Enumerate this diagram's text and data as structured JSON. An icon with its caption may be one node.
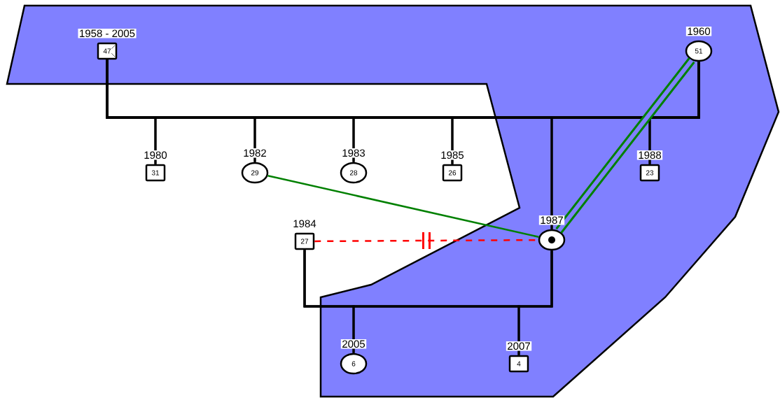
{
  "diagram": {
    "nodes": [
      {
        "text": [
          "47"
        ],
        "beside": [
          "1958 - 2005"
        ]
      },
      {
        "text": [
          "51"
        ],
        "beside": [
          "1960"
        ]
      },
      {
        "text": [
          "31"
        ],
        "beside": [
          "1980"
        ]
      },
      {
        "text": [
          "29"
        ],
        "beside": [
          "1982"
        ]
      },
      {
        "text": [
          "28"
        ],
        "beside": [
          "1983"
        ]
      },
      {
        "text": [
          "26"
        ],
        "beside": [
          "1985"
        ]
      },
      {
        "text": [],
        "shape": "circle",
        "beside": [
          "1987"
        ]
      },
      {
        "text": [
          "23"
        ],
        "beside": [
          "1988"
        ]
      },
      {
        "text": [
          "27"
        ],
        "beside": [
          "1984"
        ]
      },
      {
        "text": [
          "6"
        ],
        "beside": [
          "2005"
        ]
      },
      {
        "text": [
          "4"
        ],
        "beside": [
          "2007"
        ]
      }
    ],
    "edges": [
      {
        "from": 0,
        "to": 1,
        "arrow": "none"
      },
      {
        "from": 0,
        "to": 2,
        "arrow": "none"
      },
      {
        "from": 1,
        "to": 2,
        "arrow": "none"
      },
      {
        "from": 0,
        "to": 3,
        "arrow": "none"
      },
      {
        "from": 1,
        "to": 3,
        "arrow": "none"
      },
      {
        "from": 0,
        "to": 4,
        "arrow": "none"
      },
      {
        "from": 1,
        "to": 4,
        "arrow": "none"
      },
      {
        "from": 0,
        "to": 5,
        "arrow": "none"
      },
      {
        "from": 1,
        "to": 5,
        "arrow": "none"
      },
      {
        "from": 0,
        "to": 6,
        "arrow": "none"
      },
      {
        "from": 1,
        "to": 6,
        "arrow": "none"
      },
      {
        "from": 0,
        "to": 7,
        "arrow": "none"
      },
      {
        "from": 1,
        "to": 7,
        "arrow": "none"
      },
      {
        "from": 3,
        "to": 6,
        "arrow": "none",
        "color": "#008000"
      },
      {
        "from": 1,
        "to": 6,
        "arrow": "none",
        "style": "thick",
        "color": "#008000"
      },
      {
        "from": 8,
        "to": 6,
        "arrow": "none",
        "style": "dashed",
        "color": "#ff0000"
      },
      {
        "from": 8,
        "to": 6,
        "arrow": "none"
      },
      {
        "from": 8,
        "to": 9,
        "arrow": "none"
      },
      {
        "from": 6,
        "to": 9,
        "arrow": "none"
      },
      {
        "from": 8,
        "to": 10,
        "arrow": "none"
      },
      {
        "from": 6,
        "to": 10,
        "arrow": "none"
      }
    ]
  }
}
